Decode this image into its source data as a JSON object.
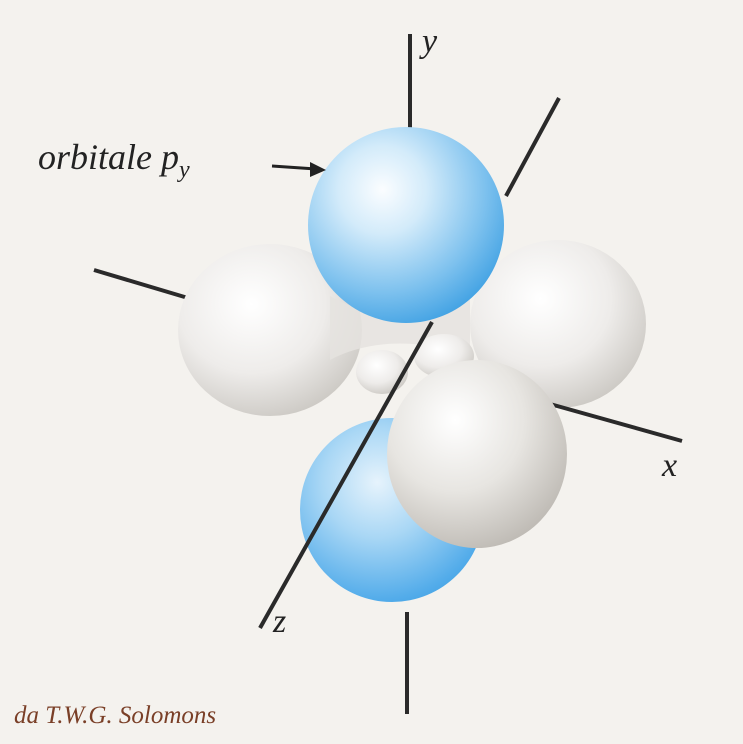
{
  "diagram": {
    "callout": {
      "text": "orbitale p",
      "subscript": "y"
    },
    "axes": {
      "y": "y",
      "x": "x",
      "z": "z"
    },
    "credit": "da T.W.G. Solomons",
    "colors": {
      "background": "#f4f2ee",
      "p_y_lobe": "#4aa9e6",
      "other_lobes": "#e3e1dd",
      "credit_text": "#7a3f27"
    }
  }
}
